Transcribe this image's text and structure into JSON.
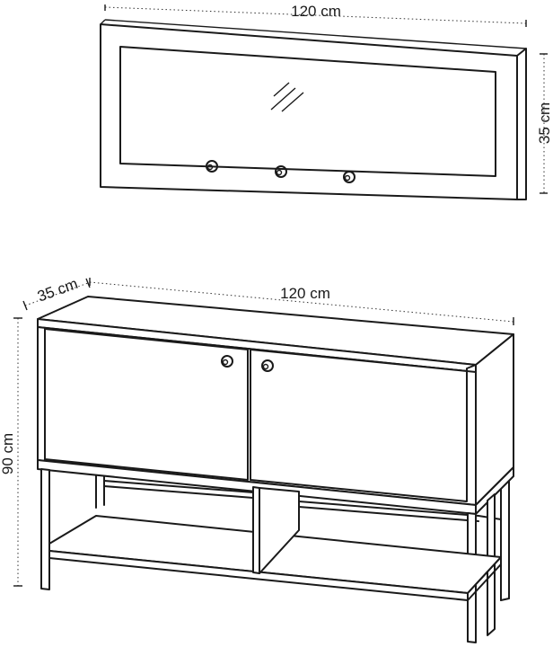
{
  "mirror": {
    "width_label": "120 cm",
    "height_label": "35 cm"
  },
  "console": {
    "depth_label": "35 cm",
    "width_label": "120 cm",
    "height_label": "90 cm"
  }
}
